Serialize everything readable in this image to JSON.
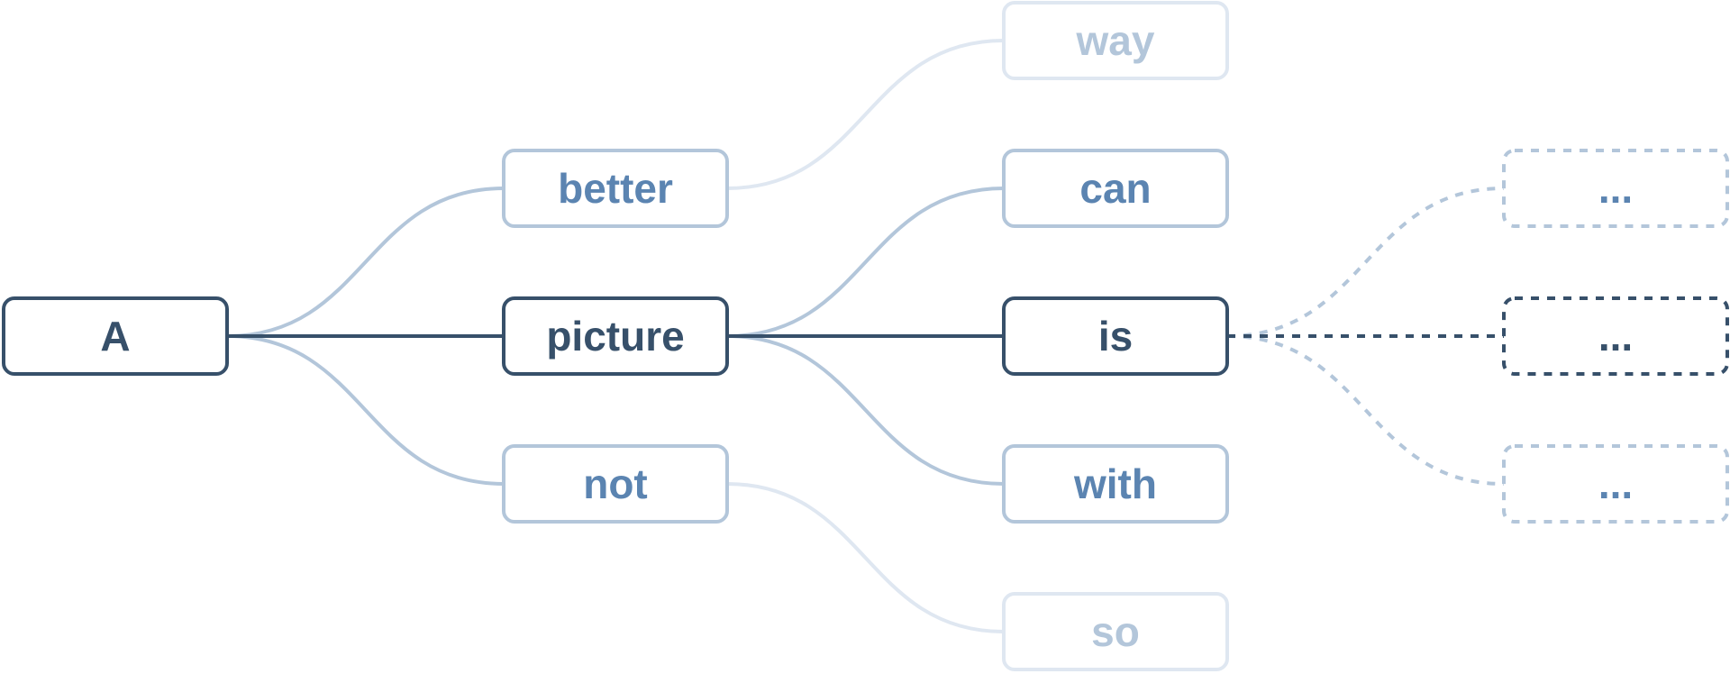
{
  "colors": {
    "selected": "#37506a",
    "candidate_stroke": "#b3c6da",
    "candidate_text": "#5b84b1",
    "faded_stroke": "#dfe7f1",
    "faded_text": "#b3c6da"
  },
  "nodes": [
    {
      "id": "a",
      "label": "A",
      "state": "selected"
    },
    {
      "id": "better",
      "label": "better",
      "state": "candidate"
    },
    {
      "id": "picture",
      "label": "picture",
      "state": "selected"
    },
    {
      "id": "not",
      "label": "not",
      "state": "candidate"
    },
    {
      "id": "way",
      "label": "way",
      "state": "faded"
    },
    {
      "id": "can",
      "label": "can",
      "state": "candidate"
    },
    {
      "id": "is",
      "label": "is",
      "state": "selected"
    },
    {
      "id": "with",
      "label": "with",
      "state": "candidate"
    },
    {
      "id": "so",
      "label": "so",
      "state": "faded"
    },
    {
      "id": "next1",
      "label": "...",
      "state": "candidate",
      "dashed": true
    },
    {
      "id": "next2",
      "label": "...",
      "state": "selected",
      "dashed": true
    },
    {
      "id": "next3",
      "label": "...",
      "state": "candidate",
      "dashed": true
    }
  ],
  "edges": [
    {
      "from": "a",
      "to": "better",
      "state": "candidate"
    },
    {
      "from": "a",
      "to": "not",
      "state": "candidate"
    },
    {
      "from": "a",
      "to": "picture",
      "state": "selected"
    },
    {
      "from": "better",
      "to": "way",
      "state": "faded"
    },
    {
      "from": "not",
      "to": "so",
      "state": "faded"
    },
    {
      "from": "picture",
      "to": "can",
      "state": "candidate"
    },
    {
      "from": "picture",
      "to": "with",
      "state": "candidate"
    },
    {
      "from": "picture",
      "to": "is",
      "state": "selected"
    },
    {
      "from": "is",
      "to": "next1",
      "state": "candidate",
      "dashed": true
    },
    {
      "from": "is",
      "to": "next3",
      "state": "candidate",
      "dashed": true
    },
    {
      "from": "is",
      "to": "next2",
      "state": "selected",
      "dashed": true
    }
  ]
}
